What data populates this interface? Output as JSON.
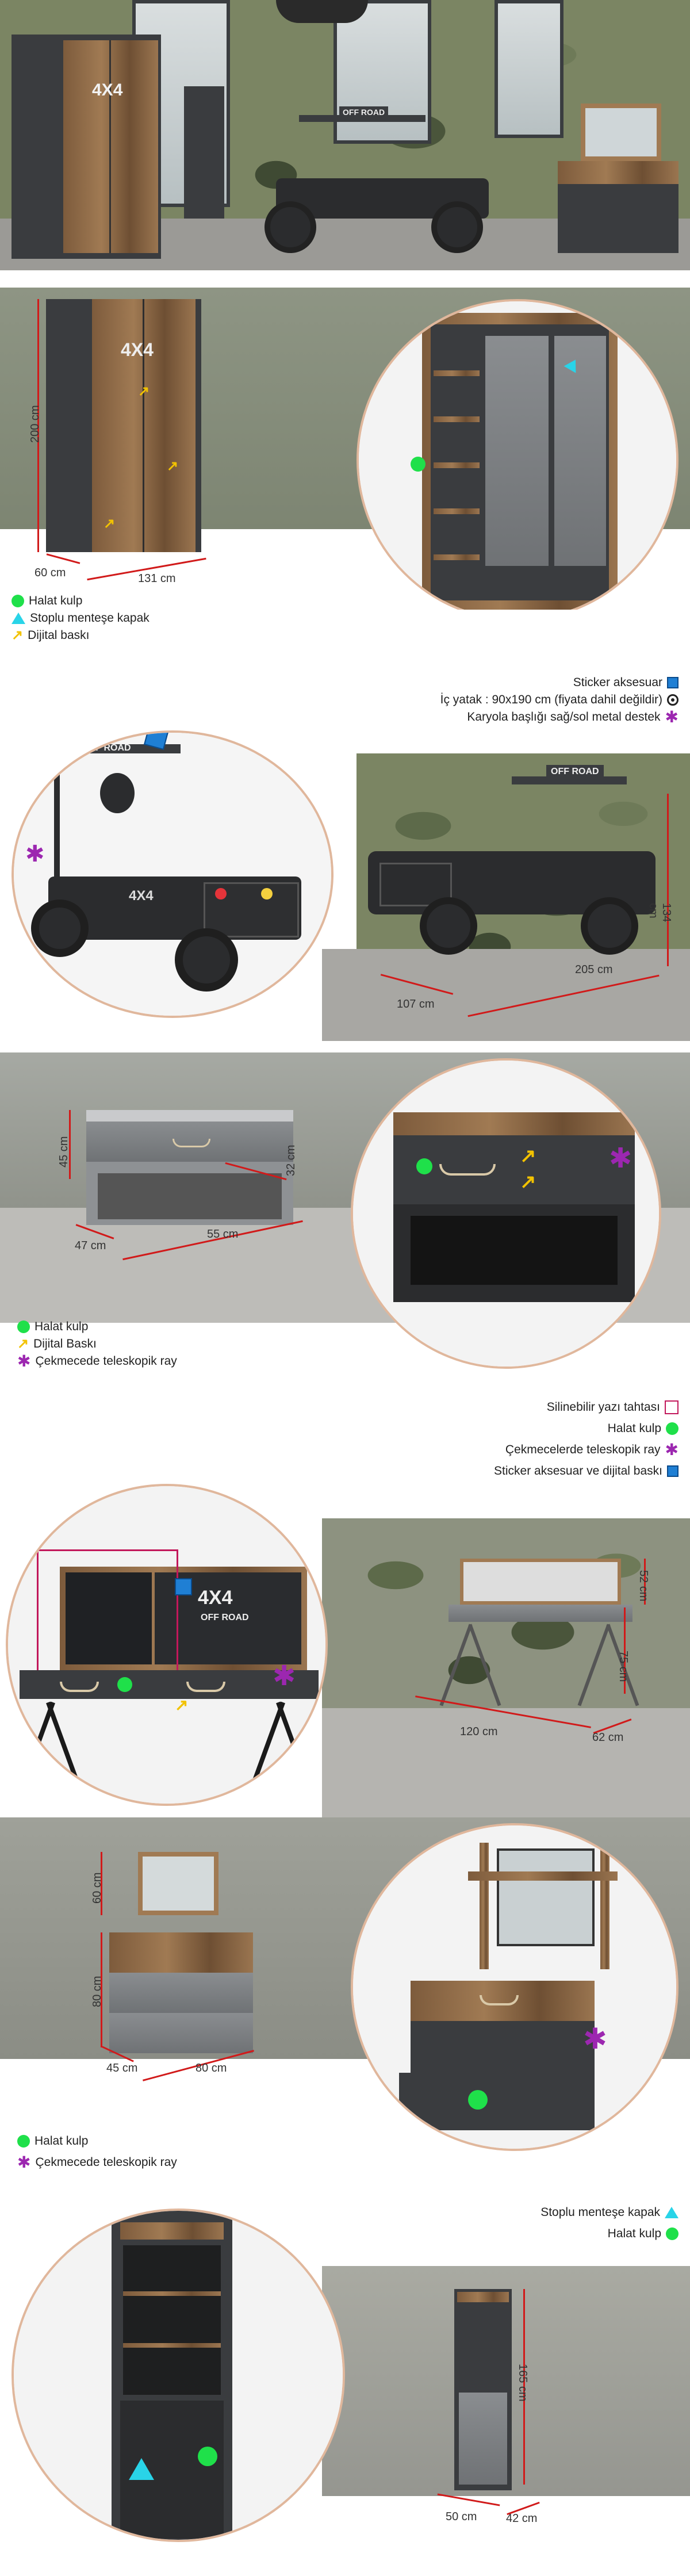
{
  "legend_wardrobe": {
    "items": [
      {
        "icon": "green-dot-icon",
        "label": "Halat kulp"
      },
      {
        "icon": "cyan-triangle-icon",
        "label": "Stoplu menteşe kapak"
      },
      {
        "icon": "yellow-arrow-icon",
        "label": "Dijital baskı"
      }
    ]
  },
  "dims_wardrobe": {
    "height": "200 cm",
    "depth": "60 cm",
    "width": "131 cm"
  },
  "wardrobe_door_text": "4X4",
  "legend_bed": {
    "items": [
      {
        "icon": "blue-square-icon",
        "label": "Sticker aksesuar"
      },
      {
        "icon": "target-icon",
        "label": "İç yatak : 90x190 cm (fiyata dahil değildir)"
      },
      {
        "icon": "purple-star-icon",
        "label": "Karyola başlığı sağ/sol metal destek"
      }
    ]
  },
  "bed_sign_text": "OFF ROAD",
  "bed_side_text": "4X4",
  "dims_bed": {
    "width": "107 cm",
    "length": "205 cm",
    "height": "134 cm"
  },
  "legend_nightstand": {
    "items": [
      {
        "icon": "green-dot-icon",
        "label": "Halat kulp"
      },
      {
        "icon": "yellow-arrow-icon",
        "label": "Dijital Baskı"
      },
      {
        "icon": "purple-star-icon",
        "label": "Çekmecede teleskopik ray"
      }
    ]
  },
  "dims_nightstand": {
    "height": "45 cm",
    "depth": "47 cm",
    "width": "55 cm",
    "top_height": "32 cm"
  },
  "legend_desk": {
    "items": [
      {
        "icon": "pink-square-icon",
        "label": "Silinebilir yazı tahtası"
      },
      {
        "icon": "green-dot-icon",
        "label": "Halat kulp"
      },
      {
        "icon": "purple-star-icon",
        "label": "Çekmecelerde teleskopik ray"
      },
      {
        "icon": "blue-square-icon",
        "label": "Sticker aksesuar ve dijital baskı"
      }
    ]
  },
  "desk_board_text": {
    "title": "4X4",
    "subtitle": "OFF ROAD"
  },
  "dims_desk": {
    "board_height": "52 cm",
    "height": "75 cm",
    "width": "120 cm",
    "depth": "62 cm"
  },
  "legend_dresser": {
    "items": [
      {
        "icon": "green-dot-icon",
        "label": "Halat kulp"
      },
      {
        "icon": "purple-star-icon",
        "label": "Çekmecede teleskopik ray"
      }
    ]
  },
  "dims_dresser": {
    "mirror_height": "60 cm",
    "height": "80 cm",
    "depth": "45 cm",
    "width": "80 cm"
  },
  "legend_bookcase": {
    "items": [
      {
        "icon": "cyan-triangle-icon",
        "label": "Stoplu menteşe kapak"
      },
      {
        "icon": "green-dot-icon",
        "label": "Halat kulp"
      }
    ]
  },
  "dims_bookcase": {
    "height": "165 cm",
    "width": "50 cm",
    "depth": "42 cm"
  },
  "colors": {
    "dim_line": "#d11a1a",
    "circle_border": "#e0b79c",
    "handle": "#1fe04a",
    "hinge": "#29d4e8",
    "rail": "#9c27b0",
    "sticker": "#1f7fd4",
    "print": "#f2c200"
  }
}
